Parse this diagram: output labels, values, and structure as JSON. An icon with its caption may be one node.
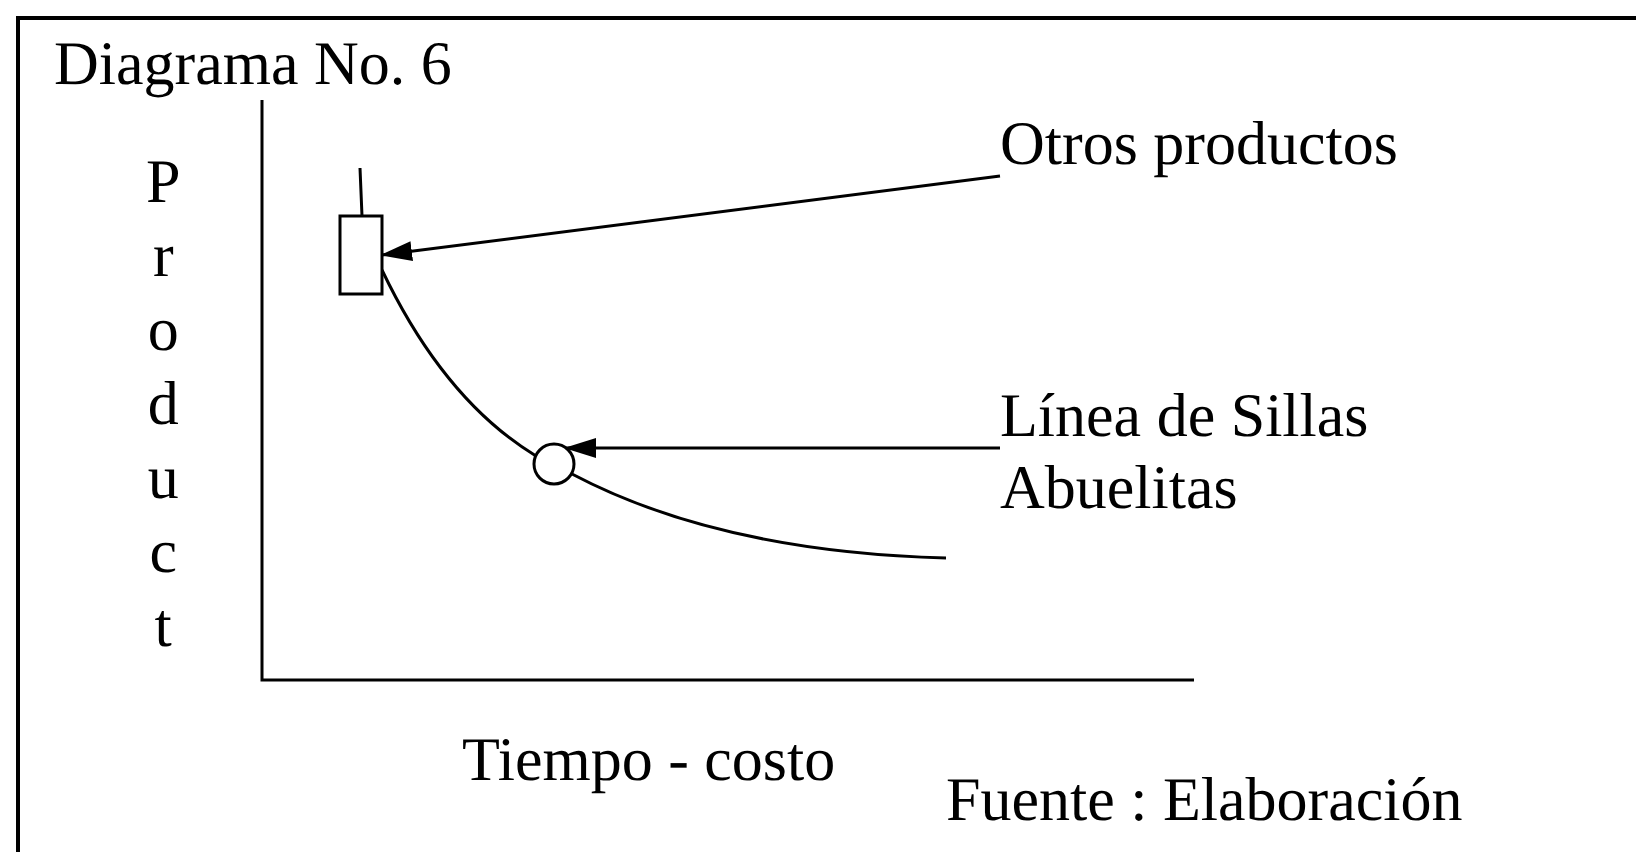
{
  "diagram": {
    "title": "Diagrama No. 6",
    "caption": "Fuente : Elaboración",
    "nodes": [
      {
        "text": [
          "Otros productos"
        ]
      },
      {
        "text": [],
        "shape": "box"
      },
      {
        "text": [
          "Línea de Sillas Abuelitas"
        ]
      },
      {
        "text": [],
        "shape": "circle"
      }
    ],
    "edges": [
      {
        "from": 0,
        "to": 1,
        "arrow": "to"
      },
      {
        "from": 2,
        "to": 3,
        "arrow": "to"
      }
    ],
    "labels": [
      "Product",
      "Tiempo - costo"
    ]
  }
}
